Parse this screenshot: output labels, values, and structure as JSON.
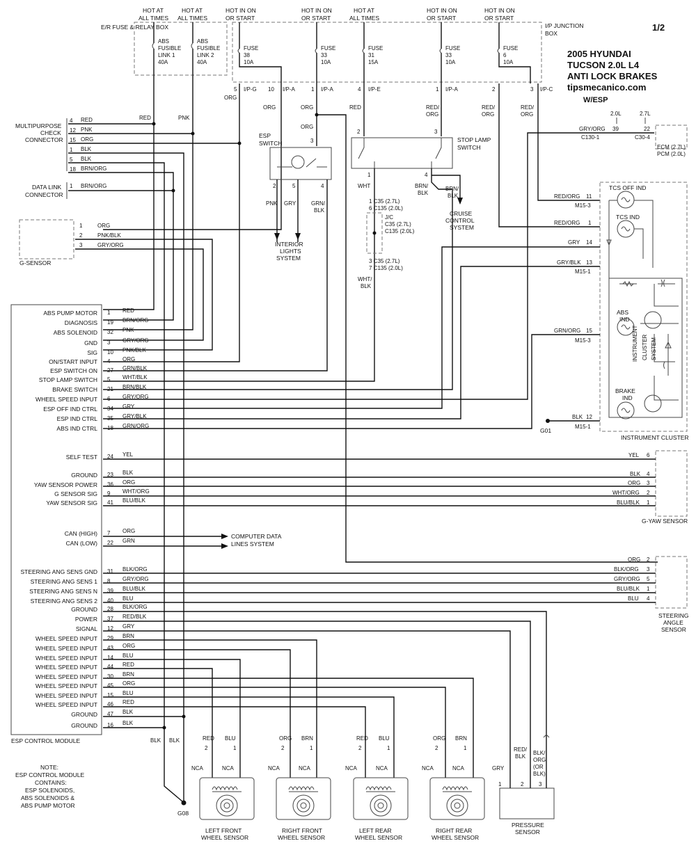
{
  "header": {
    "page": "1/2",
    "title_lines": [
      "2005  HYUNDAI",
      "TUCSON  2.0L L4",
      "ANTI LOCK BRAKES",
      "tipsmecanico.com"
    ],
    "variant": "W/ESP"
  },
  "power": {
    "er_box": "E/R FUSE & RELAY BOX",
    "ip_box": [
      "I/P JUNCTION",
      "BOX"
    ],
    "sources": [
      {
        "label": [
          "HOT AT",
          "ALL TIMES"
        ]
      },
      {
        "label": [
          "HOT AT",
          "ALL TIMES"
        ]
      },
      {
        "label": [
          "HOT IN ON",
          "OR START"
        ]
      },
      {
        "label": [
          "HOT IN ON",
          "OR START"
        ]
      },
      {
        "label": [
          "HOT AT",
          "ALL TIMES"
        ]
      },
      {
        "label": [
          "HOT IN ON",
          "OR START"
        ]
      },
      {
        "label": [
          "HOT IN ON",
          "OR START"
        ]
      }
    ],
    "fusible_links": [
      {
        "label": [
          "ABS",
          "FUSIBLE",
          "LINK 1",
          "40A"
        ]
      },
      {
        "label": [
          "ABS",
          "FUSIBLE",
          "LINK 2",
          "40A"
        ]
      }
    ],
    "fuses": [
      {
        "label": [
          "FUSE",
          "38",
          "10A"
        ]
      },
      {
        "label": [
          "FUSE",
          "33",
          "10A"
        ]
      },
      {
        "label": [
          "FUSE",
          "31",
          "15A"
        ]
      },
      {
        "label": [
          "FUSE",
          "33",
          "10A"
        ]
      },
      {
        "label": [
          "FUSE",
          "6",
          "10A"
        ]
      }
    ],
    "ip_pins": [
      {
        "pin": "5",
        "conn": "I/P-G"
      },
      {
        "pin": "10",
        "conn": "I/P-A"
      },
      {
        "pin": "1",
        "conn": "I/P-A"
      },
      {
        "pin": "4",
        "conn": "I/P-E"
      },
      {
        "pin": "1",
        "conn": "I/P-A"
      },
      {
        "pin": "2",
        "conn": ""
      },
      {
        "pin": "3",
        "conn": "I/P-C"
      }
    ],
    "wire_colors": {
      "red": "RED",
      "pnk": "PNK",
      "org": "ORG",
      "red_org": [
        "RED/",
        "ORG"
      ]
    }
  },
  "mpc": {
    "label": [
      "MULTIPURPOSE",
      "CHECK",
      "CONNECTOR"
    ],
    "pins": [
      {
        "pin": "4",
        "wire": "RED"
      },
      {
        "pin": "12",
        "wire": "PNK"
      },
      {
        "pin": "15",
        "wire": "ORG"
      },
      {
        "pin": "1",
        "wire": "BLK"
      },
      {
        "pin": "5",
        "wire": "BLK"
      },
      {
        "pin": "18",
        "wire": "BRN/ORG"
      }
    ]
  },
  "dlc": {
    "label": [
      "DATA LINK",
      "CONNECTOR"
    ],
    "pin": "1",
    "wire": "BRN/ORG"
  },
  "gsensor": {
    "label": "G-SENSOR",
    "pins": [
      {
        "pin": "1",
        "wire": "ORG"
      },
      {
        "pin": "2",
        "wire": "PNK/BLK"
      },
      {
        "pin": "3",
        "wire": "GRY/ORG"
      }
    ]
  },
  "esp_switch": {
    "label": [
      "ESP",
      "SWITCH"
    ],
    "top_pin": "3",
    "pins": [
      "2",
      "5",
      "4"
    ],
    "wires": {
      "pnk": "PNK",
      "gry": "GRY",
      "grn_blk": [
        "GRN/",
        "BLK"
      ]
    },
    "interior": [
      "INTERIOR",
      "LIGHTS",
      "SYSTEM"
    ]
  },
  "stop_lamp": {
    "label": [
      "STOP LAMP",
      "SWITCH"
    ],
    "pins_top": [
      "2",
      "3"
    ],
    "pins_bottom": [
      "1",
      "4"
    ],
    "wht": "WHT",
    "brn_blk": [
      "BRN/",
      "BLK"
    ],
    "cruise": [
      "CRUISE",
      "CONTROL",
      "SYSTEM"
    ],
    "jc_top": [
      "1  C35 (2.7L)",
      "6  C135 (2.0L)"
    ],
    "jc_label": [
      "J/C",
      "C35 (2.7L)",
      "C135 (2.0L)"
    ],
    "jc_bottom": [
      "3  C35 (2.7L)",
      "7  C135 (2.0L)"
    ],
    "wht_blk": [
      "WHT/",
      "BLK"
    ]
  },
  "ecm": {
    "label": [
      "ECM (2.7L)",
      "PCM (2.0L)"
    ],
    "wire": "GRY/ORG",
    "variants": [
      "2.0L",
      "2.7L"
    ],
    "pins": [
      "39",
      "22"
    ],
    "conns": [
      "C130-1",
      "C30-4"
    ]
  },
  "cluster": {
    "label": "INSTRUMENT CLUSTER",
    "system": [
      "INSTRUMENT",
      "CLUSTER",
      "SYSTEM"
    ],
    "tcs_off": "TCS OFF IND",
    "tcs": "TCS IND",
    "abs": [
      "ABS",
      "IND"
    ],
    "brake": [
      "BRAKE",
      "IND"
    ],
    "pins": [
      {
        "wire": "RED/ORG",
        "pin": "11",
        "conn": "M15-3"
      },
      {
        "wire": "RED/ORG",
        "pin": "1",
        "conn": ""
      },
      {
        "wire": "GRY",
        "pin": "14",
        "conn": ""
      },
      {
        "wire": "GRY/BLK",
        "pin": "13",
        "conn": "M15-1"
      },
      {
        "wire": "GRN/ORG",
        "pin": "15",
        "conn": "M15-3"
      },
      {
        "wire": "BLK",
        "pin": "12",
        "conn": "M15-1"
      }
    ],
    "ground": "G01"
  },
  "module": {
    "label": "ESP CONTROL MODULE",
    "pins": [
      {
        "name": "ABS PUMP MOTOR",
        "pin": "1",
        "wire": "RED"
      },
      {
        "name": "DIAGNOSIS",
        "pin": "19",
        "wire": "BRN/ORG"
      },
      {
        "name": "ABS SOLENOID",
        "pin": "32",
        "wire": "PNK"
      },
      {
        "name": "GND",
        "pin": "3",
        "wire": "GRY/ORG"
      },
      {
        "name": "SIG",
        "pin": "10",
        "wire": "PNK/BLK"
      },
      {
        "name": "ON/START INPUT",
        "pin": "4",
        "wire": "ORG"
      },
      {
        "name": "ESP SWITCH ON",
        "pin": "27",
        "wire": "GRN/BLK"
      },
      {
        "name": "STOP LAMP SWITCH",
        "pin": "5",
        "wire": "WHT/BLK"
      },
      {
        "name": "BRAKE SWITCH",
        "pin": "21",
        "wire": "BRN/BLK"
      },
      {
        "name": "WHEEL SPEED INPUT",
        "pin": "6",
        "wire": "GRY/ORG"
      },
      {
        "name": "ESP OFF IND CTRL",
        "pin": "34",
        "wire": "GRY"
      },
      {
        "name": "ESP IND CTRL",
        "pin": "35",
        "wire": "GRY/BLK"
      },
      {
        "name": "ABS IND CTRL",
        "pin": "18",
        "wire": "GRN/ORG"
      },
      {
        "name": "SELF TEST",
        "pin": "24",
        "wire": "YEL"
      },
      {
        "name": "GROUND",
        "pin": "23",
        "wire": "BLK"
      },
      {
        "name": "YAW SENSOR POWER",
        "pin": "36",
        "wire": "ORG"
      },
      {
        "name": "G SENSOR SIG",
        "pin": "9",
        "wire": "WHT/ORG"
      },
      {
        "name": "YAW SENSOR SIG",
        "pin": "41",
        "wire": "BLU/BLK"
      },
      {
        "name": "CAN (HIGH)",
        "pin": "7",
        "wire": "ORG"
      },
      {
        "name": "CAN (LOW)",
        "pin": "22",
        "wire": "GRN"
      },
      {
        "name": "STEERING ANG SENS GND",
        "pin": "31",
        "wire": "BLK/ORG"
      },
      {
        "name": "STEERING ANG SENS 1",
        "pin": "8",
        "wire": "GRY/ORG"
      },
      {
        "name": "STEERING ANG SENS N",
        "pin": "39",
        "wire": "BLU/BLK"
      },
      {
        "name": "STEERING ANG SENS 2",
        "pin": "40",
        "wire": "BLU"
      },
      {
        "name": "GROUND",
        "pin": "28",
        "wire": "BLK/ORG"
      },
      {
        "name": "POWER",
        "pin": "37",
        "wire": "RED/BLK"
      },
      {
        "name": "SIGNAL",
        "pin": "12",
        "wire": "GRY"
      },
      {
        "name": "WHEEL SPEED INPUT",
        "pin": "29",
        "wire": "BRN"
      },
      {
        "name": "WHEEL SPEED INPUT",
        "pin": "43",
        "wire": "ORG"
      },
      {
        "name": "WHEEL SPEED INPUT",
        "pin": "14",
        "wire": "BLU"
      },
      {
        "name": "WHEEL SPEED INPUT",
        "pin": "44",
        "wire": "RED"
      },
      {
        "name": "WHEEL SPEED INPUT",
        "pin": "30",
        "wire": "BRN"
      },
      {
        "name": "WHEEL SPEED INPUT",
        "pin": "45",
        "wire": "ORG"
      },
      {
        "name": "WHEEL SPEED INPUT",
        "pin": "15",
        "wire": "BLU"
      },
      {
        "name": "WHEEL SPEED INPUT",
        "pin": "46",
        "wire": "RED"
      },
      {
        "name": "GROUND",
        "pin": "47",
        "wire": "BLK"
      },
      {
        "name": "GROUND",
        "pin": "16",
        "wire": "BLK"
      }
    ]
  },
  "can_dest": [
    "COMPUTER DATA",
    "LINES SYSTEM"
  ],
  "gyaw": {
    "label": "G-YAW SENSOR",
    "pins": [
      {
        "wire": "YEL",
        "pin": "6"
      },
      {
        "wire": "BLK",
        "pin": "4"
      },
      {
        "wire": "ORG",
        "pin": "3"
      },
      {
        "wire": "WHT/ORG",
        "pin": "2"
      },
      {
        "wire": "BLU/BLK",
        "pin": "1"
      }
    ]
  },
  "steering": {
    "label": [
      "STEERING",
      "ANGLE",
      "SENSOR"
    ],
    "pins": [
      {
        "wire": "ORG",
        "pin": "2"
      },
      {
        "wire": "BLK/ORG",
        "pin": "3"
      },
      {
        "wire": "GRY/ORG",
        "pin": "5"
      },
      {
        "wire": "BLU/BLK",
        "pin": "1"
      },
      {
        "wire": "BLU",
        "pin": "4"
      }
    ]
  },
  "ground_wires": {
    "blk1": "BLK",
    "blk2": "BLK",
    "g08": "G08"
  },
  "wheel_sensors": [
    {
      "label": [
        "LEFT FRONT",
        "WHEEL SENSOR"
      ],
      "w2": "RED",
      "w1": "BLU",
      "pin2": "2",
      "pin1": "1",
      "nca": "NCA"
    },
    {
      "label": [
        "RIGHT FRONT",
        "WHEEL SENSOR"
      ],
      "w2": "ORG",
      "w1": "BRN",
      "pin2": "2",
      "pin1": "1",
      "nca": "NCA"
    },
    {
      "label": [
        "LEFT REAR",
        "WHEEL SENSOR"
      ],
      "w2": "RED",
      "w1": "BLU",
      "pin2": "2",
      "pin1": "1",
      "nca": "NCA"
    },
    {
      "label": [
        "RIGHT REAR",
        "WHEEL SENSOR"
      ],
      "w2": "ORG",
      "w1": "BRN",
      "pin2": "2",
      "pin1": "1",
      "nca": "NCA"
    }
  ],
  "pressure": {
    "label": [
      "PRESSURE",
      "SENSOR"
    ],
    "gry": "GRY",
    "red_blk": [
      "RED/",
      "BLK"
    ],
    "blk_org": [
      "BLK/",
      "ORG",
      "(OR",
      "BLK)"
    ],
    "pins": [
      "1",
      "2",
      "3"
    ]
  },
  "note": [
    "NOTE:",
    "ESP CONTROL MODULE",
    "CONTAINS:",
    "ESP SOLENOIDS,",
    "ABS SOLENOIDS &",
    "ABS PUMP MOTOR"
  ]
}
